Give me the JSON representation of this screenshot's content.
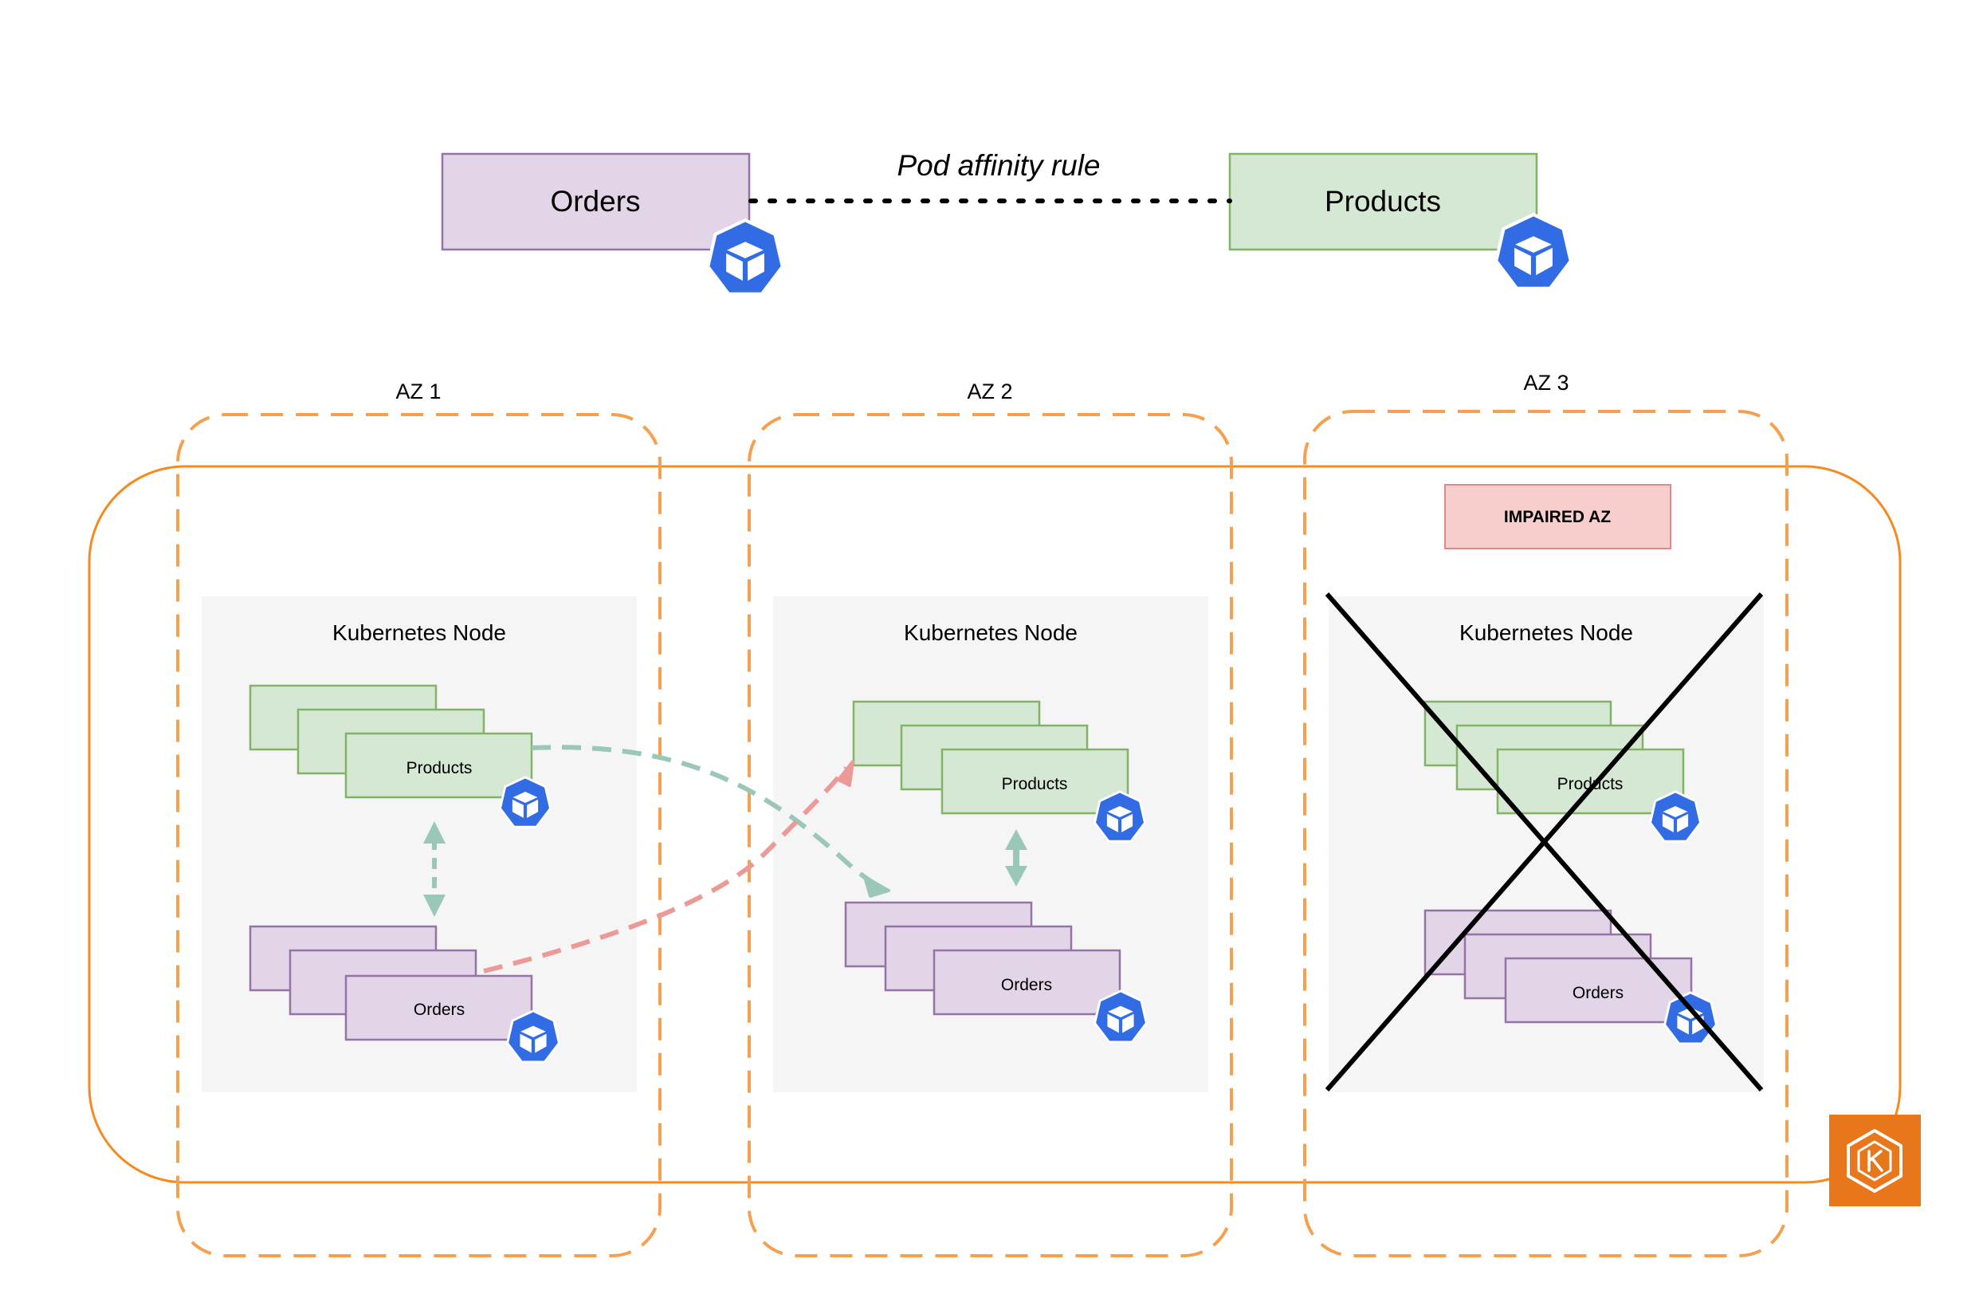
{
  "top": {
    "orders_label": "Orders",
    "products_label": "Products",
    "rule_label": "Pod affinity rule"
  },
  "zones": [
    {
      "label": "AZ 1",
      "node_label": "Kubernetes Node",
      "products_label": "Products",
      "orders_label": "Orders",
      "impaired": false
    },
    {
      "label": "AZ 2",
      "node_label": "Kubernetes Node",
      "products_label": "Products",
      "orders_label": "Orders",
      "impaired": false
    },
    {
      "label": "AZ 3",
      "node_label": "Kubernetes Node",
      "products_label": "Products",
      "orders_label": "Orders",
      "impaired": true,
      "impaired_label": "IMPAIRED AZ"
    }
  ],
  "colors": {
    "orders_fill": "#e1d5e7",
    "orders_stroke": "#9673a6",
    "products_fill": "#d5e8d4",
    "products_stroke": "#82b366",
    "az_border": "#f5a04f",
    "cluster_border": "#f58a1f",
    "node_fill": "#f5f5f5",
    "impaired_fill": "#f8cecc",
    "impaired_stroke": "#d98b88",
    "k8s_blue": "#326ce5",
    "arrow_green": "#9ac7b8",
    "arrow_red": "#ec9a98",
    "eks_orange": "#e8761b"
  },
  "icons": {
    "pod": "kubernetes-pod-icon",
    "cluster": "eks-icon"
  }
}
